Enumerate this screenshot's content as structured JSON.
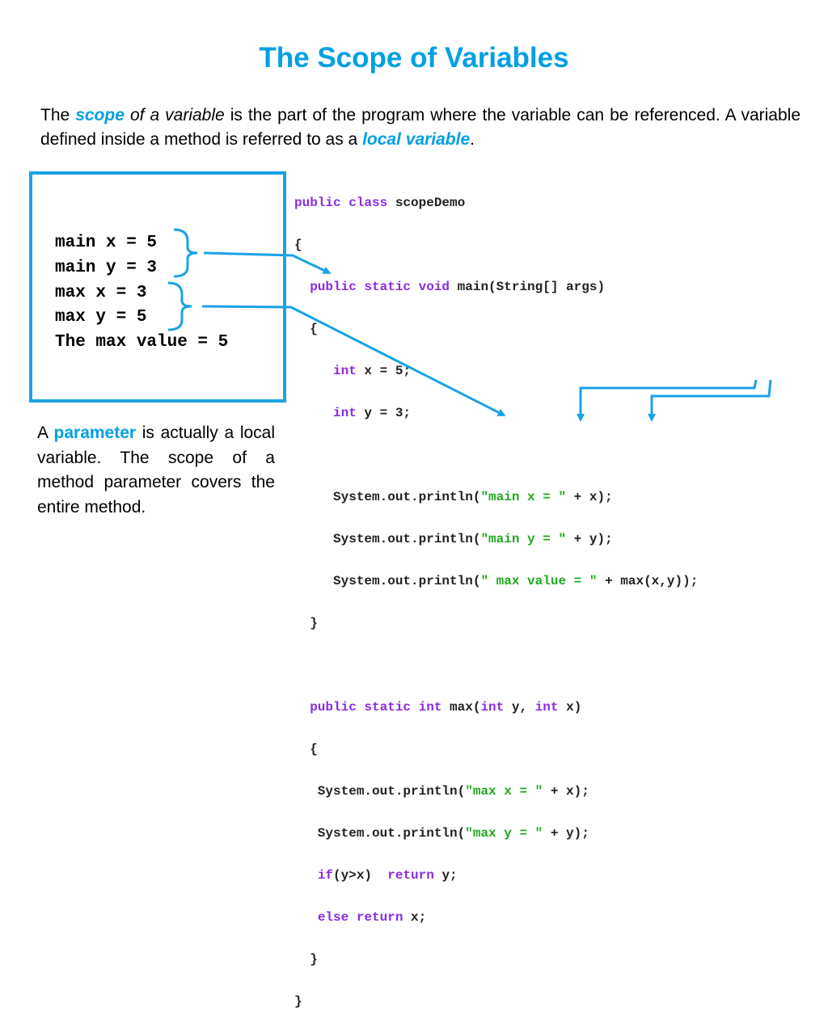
{
  "title": "The Scope of Variables",
  "intro": {
    "p1": "The ",
    "scope_word": "scope",
    "p2": " ",
    "of_a_variable": "of a variable",
    "p3": " is the part of the program where the variable can be referenced. A variable defined inside a method is referred to as a ",
    "local_variable": "local variable",
    "p4": "."
  },
  "output": {
    "lines": [
      "main x = 5",
      "main y = 3",
      "max x = 3",
      "max y = 5",
      "The max value = 5"
    ]
  },
  "parameter_note": {
    "p1": "A ",
    "keyword": "parameter",
    "p2": " is actually a local variable. The scope of a method parameter covers the entire method."
  },
  "code": {
    "l1": {
      "kw": "public class",
      "rest": " scopeDemo"
    },
    "l2": "{",
    "l3": {
      "indent": "  ",
      "kw": "public static void",
      "rest": " main(String[] args)"
    },
    "l4": "  {",
    "l5": {
      "indent": "     ",
      "kw": "int",
      "rest": " x = 5;"
    },
    "l6": {
      "indent": "     ",
      "kw": "int",
      "rest": " y = 3;"
    },
    "l7": "",
    "l8": {
      "pre": "     System.out.println(",
      "str": "\"main x = \"",
      "post": " + x);"
    },
    "l9": {
      "pre": "     System.out.println(",
      "str": "\"main y = \"",
      "post": " + y);"
    },
    "l10": {
      "pre": "     System.out.println(",
      "str": "\" max value = \"",
      "post": " + max(x,y));"
    },
    "l11": "  }",
    "l12": "",
    "l13": {
      "indent": "  ",
      "kw": "public static int",
      "mid1": " max(",
      "kw2": "int",
      "mid2": " y, ",
      "kw3": "int",
      "mid3": " x)"
    },
    "l14": "  {",
    "l15": {
      "pre": "   System.out.println(",
      "str": "\"max x = \"",
      "post": " + x);"
    },
    "l16": {
      "pre": "   System.out.println(",
      "str": "\"max y = \"",
      "post": " + y);"
    },
    "l17": {
      "indent": "   ",
      "kw": "if",
      "mid": "(y>x)  ",
      "kw2": "return",
      "rest": " y;"
    },
    "l18": {
      "indent": "   ",
      "kw": "else return",
      "rest": " x;"
    },
    "l19": "  }",
    "l20": "}"
  },
  "colors": {
    "accent": "#00a0e3",
    "box_border": "#1aa2e6",
    "keyword": "#8a2be2",
    "string": "#22a822"
  }
}
